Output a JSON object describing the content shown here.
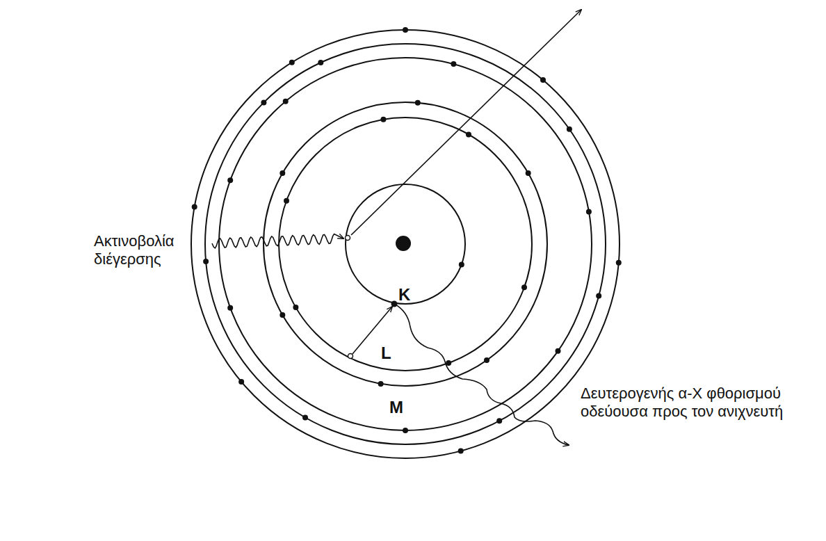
{
  "diagram": {
    "labels": [
      "Ακτινοβολία διέγερσης",
      "K",
      "L",
      "M",
      "Δευτερογενής α-Χ φθορισμού οδεύουσα προς τον ανιχνευτή"
    ]
  }
}
